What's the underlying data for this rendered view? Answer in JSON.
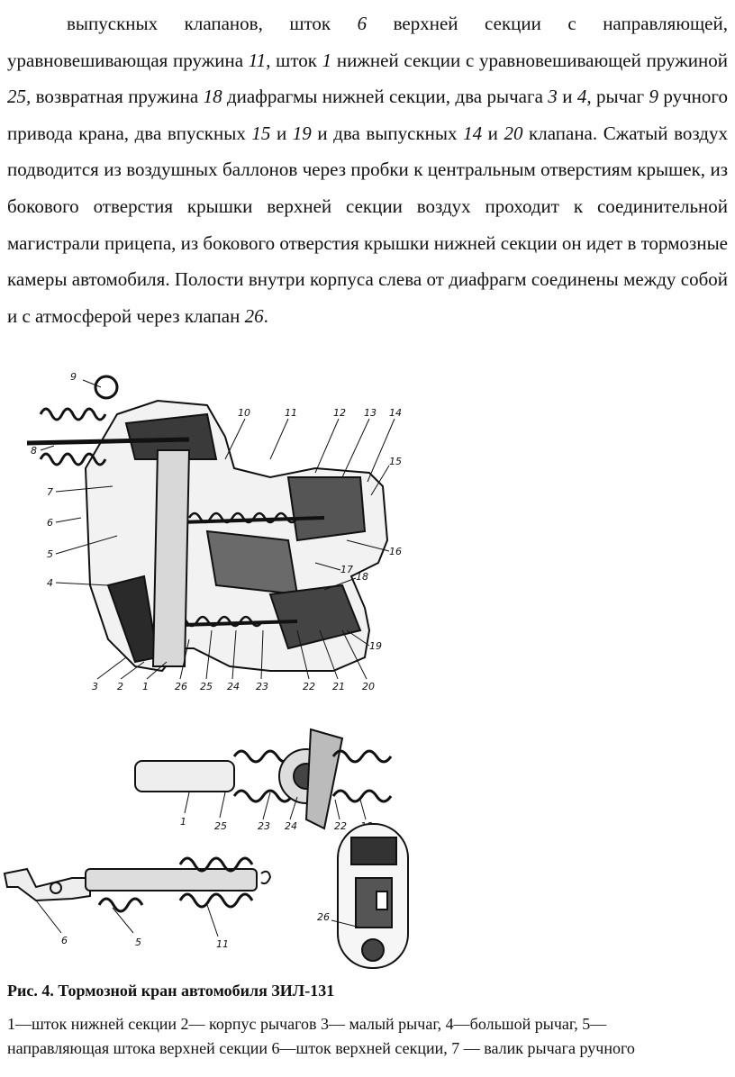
{
  "paragraph": {
    "s1": "выпускных клапанов, шток ",
    "n6": "6",
    "s2": " верхней секции с направляющей, уравновешивающая пружина ",
    "n11": "11",
    "s3": ", шток ",
    "n1": "1",
    "s4": " нижней секции с уравновешивающей пружиной ",
    "n25": "25,",
    "s5": " возвратная пружина ",
    "n18": "18",
    "s6": " диафрагмы нижней секции, два рычага ",
    "n3": "3",
    "s7": " и ",
    "n4": "4,",
    "s8": " рычаг ",
    "n9": "9",
    "s9": " ручного привода крана, два впускных ",
    "n15": "15",
    "s10": " и ",
    "n19": "19",
    "s11": " и два выпускных ",
    "n14": "14",
    "s12": " и ",
    "n20": "20",
    "s13": " клапана. Сжатый воздух подводится из воздушных баллонов через пробки к центральным отверстиям крышек, из бокового отверстия крышки верхней секции воздух проходит к соединительной магистрали прицепа, из бокового отверстия крышки нижней секции он идет в тормозные камеры автомобиля. Полости внутри корпуса слева от диафрагм соединены между собой и с атмосферой через клапан ",
    "n26": "26",
    "s14": "."
  },
  "figure": {
    "main_labels": [
      "9",
      "10",
      "11",
      "12",
      "13",
      "14",
      "8",
      "15",
      "7",
      "6",
      "16",
      "5",
      "17",
      "4",
      "18",
      "19",
      "3",
      "2",
      "1",
      "26",
      "25",
      "24",
      "23",
      "22",
      "21",
      "20"
    ],
    "detail_a_labels": [
      "1",
      "25",
      "23",
      "24",
      "22",
      "18"
    ],
    "detail_b_labels": [
      "6",
      "5",
      "11"
    ],
    "detail_c_labels": [
      "26"
    ]
  },
  "caption": "Рис. 4. Тормозной кран автомобиля ЗИЛ-131",
  "legend": {
    "line1": "1—шток нижней секции 2— корпус рычагов 3— малый рычаг, 4—большой рычаг, 5—",
    "line2": "направляющая штока верхней секции 6—шток верхней секции, 7 — валик рычага ручного"
  }
}
